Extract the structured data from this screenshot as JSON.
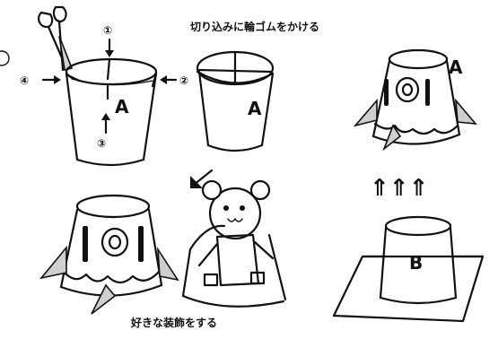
{
  "captions": {
    "top": "切り込みに輪ゴムをかける",
    "bottom": "好きな装飾をする"
  },
  "labels": {
    "a1": "A",
    "a2": "A",
    "a3": "A",
    "b": "B"
  },
  "callouts": {
    "n1": "①",
    "n2": "②",
    "n3": "③",
    "n4": "④"
  },
  "arrows_up": "⇑⇑⇑",
  "colors": {
    "ink": "#111111",
    "paper": "#ffffff",
    "shade": "#cfcfcf"
  }
}
